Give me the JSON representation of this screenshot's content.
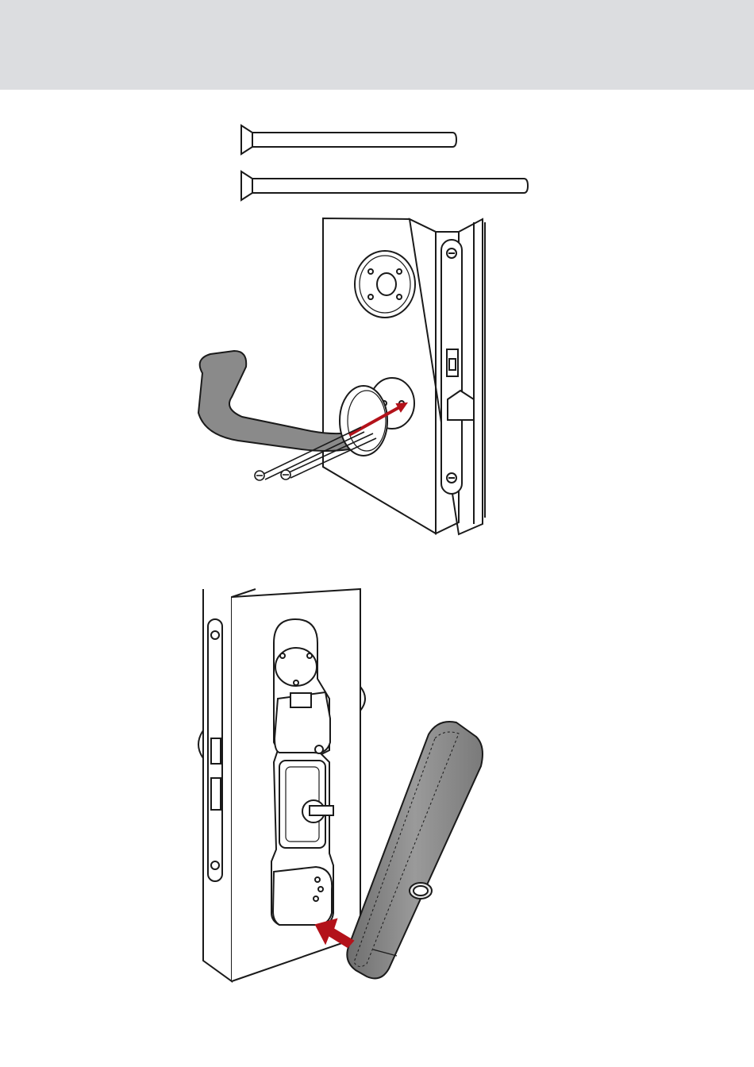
{
  "page": {
    "header_band_color": "#dcdde0",
    "accent_color": "#b3121a",
    "handle_color": "#8a8a8a",
    "steps": [
      {
        "id": "screws",
        "icon": "screw-icon",
        "description_visible": false
      },
      {
        "id": "handle-mount",
        "icon": "lever-handle-icon",
        "description_visible": false
      },
      {
        "id": "cover-attach",
        "icon": "lock-cover-icon",
        "description_visible": false
      }
    ]
  }
}
